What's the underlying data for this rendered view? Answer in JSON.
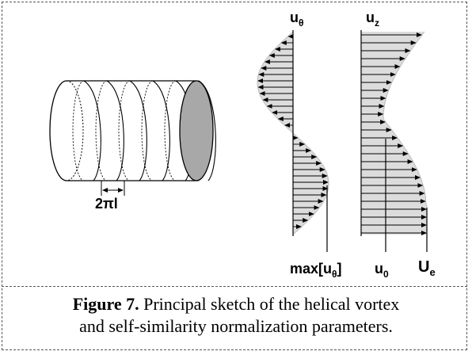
{
  "labels": {
    "pitch": "2πl",
    "u_theta": "u",
    "u_theta_sub": "θ",
    "u_z": "u",
    "u_z_sub": "z",
    "max_prefix": "max[u",
    "max_sub": "θ",
    "max_suffix": "]",
    "u0": "u",
    "u0_sub": "0",
    "Ue": "U",
    "Ue_sub": "e"
  },
  "caption": {
    "figure_label": "Figure 7.",
    "line1": " Principal sketch of the helical vortex",
    "line2": "and self-similarity normalization parameters."
  },
  "colors": {
    "end_cap_fill": "#a8a8a8",
    "profile_fill": "#dcdcdc"
  }
}
